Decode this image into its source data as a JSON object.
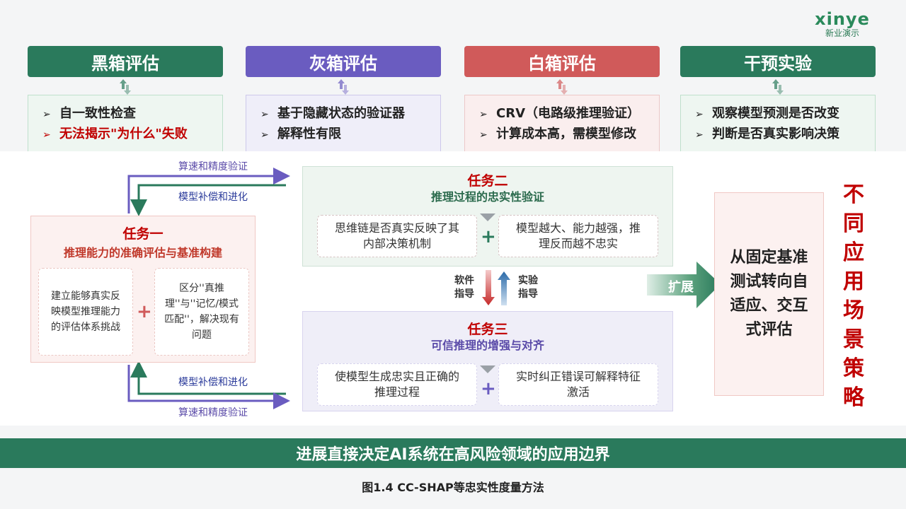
{
  "logo": {
    "main": "xinye",
    "sub": "新业演示"
  },
  "categories": [
    {
      "title": "黑箱评估",
      "items": [
        "自一致性检查",
        "无法揭示\"为什么\"失败"
      ]
    },
    {
      "title": "灰箱评估",
      "items": [
        "基于隐藏状态的验证器",
        "解释性有限"
      ]
    },
    {
      "title": "白箱评估",
      "items": [
        "CRV（电路级推理验证）",
        "计算成本高，需模型修改"
      ]
    },
    {
      "title": "干预实验",
      "items": [
        "观察模型预测是否改变",
        "判断是否真实影响决策"
      ]
    }
  ],
  "task1": {
    "title": "任务一",
    "subtitle": "推理能力的准确评估与基准构建",
    "left": "建立能够真实反映模型推理能力的评估体系挑战",
    "right": "区分''真推理''与''记忆/模式匹配''，解决现有问题"
  },
  "task2": {
    "title": "任务二",
    "subtitle": "推理过程的忠实性验证",
    "left": "思维链是否真实反映了其内部决策机制",
    "right": "模型越大、能力越强，推理反而越不忠实"
  },
  "task3": {
    "title": "任务三",
    "subtitle": "可信推理的增强与对齐",
    "left": "使模型生成忠实且正确的推理过程",
    "right": "实时纠正错误可解释特征激活"
  },
  "connectors": {
    "top_verify": "算速和精度验证",
    "top_comp": "模型补偿和进化",
    "bottom_comp": "模型补偿和进化",
    "bottom_verify": "算速和精度验证",
    "software": "软件\n指导",
    "experiment": "实验\n指导",
    "expand": "扩展"
  },
  "destination": "从固定基准测试转向自适应、交互式评估",
  "vertical_title": "不同应用场景策略",
  "banner": "进展直接决定AI系统在高风险领域的应用边界",
  "caption": "图1.4 CC-SHAP等忠实性度量方法",
  "colors": {
    "green": "#2a7a5c",
    "purple": "#6a5cc0",
    "red": "#d05a5a",
    "accent_red": "#c00000"
  }
}
